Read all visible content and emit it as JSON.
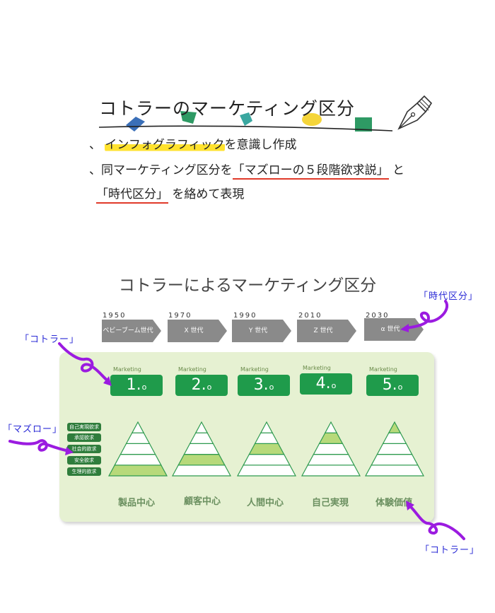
{
  "header": {
    "title": "コトラーのマーケティング区分",
    "bullet1_highlight": "インフォグラフィック",
    "bullet1_rest": "を意識し作成",
    "bullet2_a": "同マーケティング区分を",
    "bullet2_b": "「マズローの５段階欲求説」",
    "bullet2_c": "と",
    "bullet3_a": "「時代区分」",
    "bullet3_b": "を絡めて表現",
    "bullet_mark": "、"
  },
  "diagram": {
    "title": "コトラーによるマーケティング区分",
    "eras": [
      {
        "year": "1950",
        "label": "ベビーブーム世代"
      },
      {
        "year": "1970",
        "label": "X 世代"
      },
      {
        "year": "1990",
        "label": "Y 世代"
      },
      {
        "year": "2010",
        "label": "Z 世代"
      },
      {
        "year": "2030",
        "label": "α 世代"
      }
    ],
    "marketing_label": "Marketing",
    "marketing_suffix": "o",
    "stages": [
      {
        "num": "1.",
        "center": "製品中心",
        "highlight_level": 1
      },
      {
        "num": "2.",
        "center": "顧客中心",
        "highlight_level": 2
      },
      {
        "num": "3.",
        "center": "人間中心",
        "highlight_level": 3
      },
      {
        "num": "4.",
        "center": "自己実現",
        "highlight_level": 4
      },
      {
        "num": "5.",
        "center": "体験価値",
        "highlight_level": 5
      }
    ],
    "needs": [
      "自己実現欲求",
      "承認欲求",
      "社会的欲求",
      "安全欲求",
      "生理的欲求"
    ]
  },
  "annotations": {
    "era": "「時代区分」",
    "kotler_top": "「コトラー」",
    "maslow": "「マズロー」",
    "kotler_bottom": "「コトラー」"
  },
  "colors": {
    "panel": "#e6f1d2",
    "box_green": "#1f9b4b",
    "tri_highlight": "#b7d97a",
    "tri_stroke": "#2e9a4f",
    "arrow_purple": "#9b1be0",
    "era_gray": "#8a8a8a",
    "annotation_blue": "#2b2bd6"
  }
}
